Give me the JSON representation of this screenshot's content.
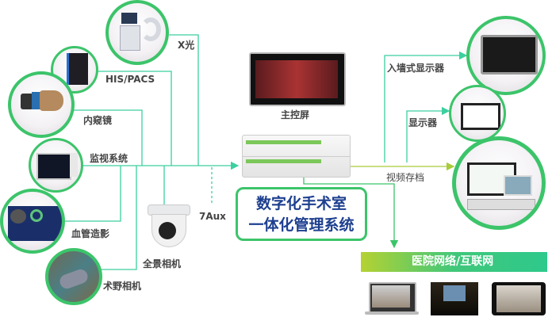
{
  "inputs": {
    "xray": "X光",
    "his_pacs": "HIS/PACS",
    "endoscope": "内窥镜",
    "monitoring": "监视系统",
    "angiography": "血管造影",
    "panoramic_camera": "全景相机",
    "surgical_camera": "术野相机",
    "aux": "7Aux"
  },
  "center": {
    "main_screen": "主控屏",
    "title_line1": "数字化手术室",
    "title_line2": "一体化管理系统"
  },
  "outputs": {
    "wall_display": "入墙式显示器",
    "display": "显示器",
    "video_archive": "视频存档",
    "network": "医院网络/互联网"
  },
  "colors": {
    "line": "#3ccfa0",
    "ring": "#3cc46a",
    "title_text": "#1d3f8f"
  }
}
